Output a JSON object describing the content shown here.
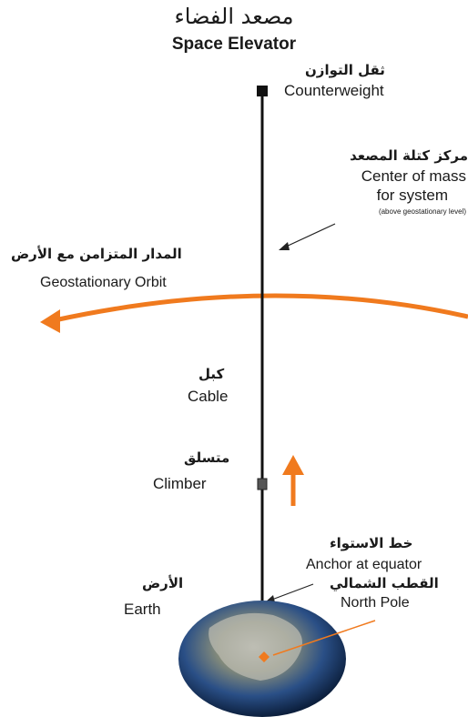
{
  "title": {
    "arabic": "مصعد الفضاء",
    "english": "Space Elevator"
  },
  "labels": {
    "counterweight": {
      "arabic": "ثقل التوازن",
      "english": "Counterweight"
    },
    "center_of_mass": {
      "arabic": "مركز كتلة المصعد",
      "english_line1": "Center of mass",
      "english_line2": "for system",
      "note": "(above geostationary level)"
    },
    "geostationary_orbit": {
      "arabic": "المدار المتزامن مع الأرض",
      "english": "Geostationary Orbit"
    },
    "cable": {
      "arabic": "كبل",
      "english": "Cable"
    },
    "climber": {
      "arabic": "متسلق",
      "english": "Climber"
    },
    "equator": {
      "arabic": "خط الاستواء",
      "english": "Anchor at equator"
    },
    "north_pole": {
      "arabic": "القطب الشمالي",
      "english": "North Pole"
    },
    "earth": {
      "arabic": "الأرض",
      "english": "Earth"
    }
  },
  "colors": {
    "orbit_arrow": "#f07a1e",
    "climber_arrow": "#f07a1e",
    "cable": "#111111",
    "earth_ocean": "#2a4f86",
    "earth_land": "#8a8f7a",
    "north_pole_marker": "#f07a1e"
  }
}
